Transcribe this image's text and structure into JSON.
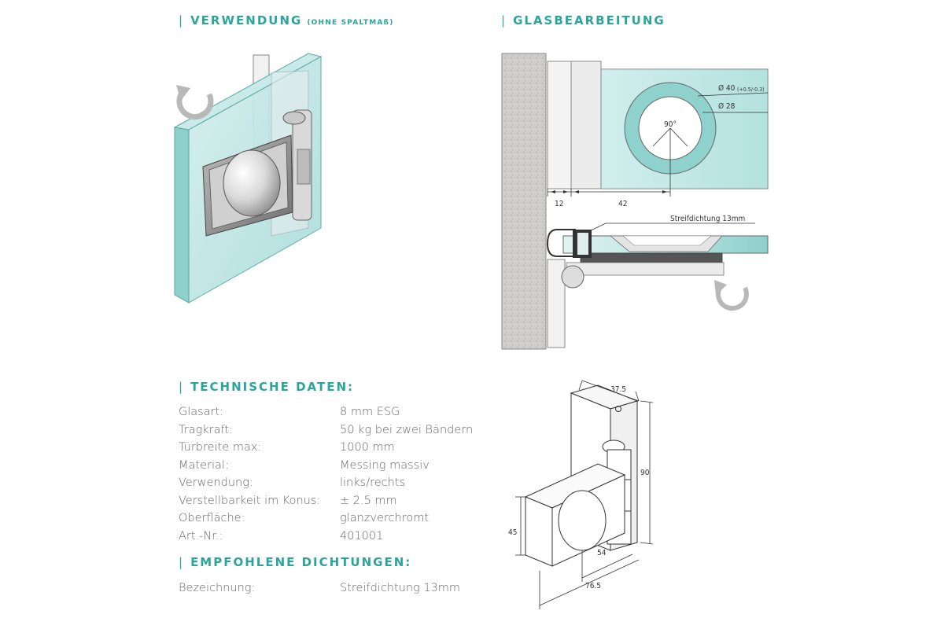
{
  "sections": {
    "verwendung": {
      "title": "VERWENDUNG",
      "subtitle": "(OHNE SPALTMAß)"
    },
    "glasbearbeitung": {
      "title": "GLASBEARBEITUNG"
    },
    "technische_daten": {
      "title": "TECHNISCHE DATEN:"
    },
    "dichtungen": {
      "title": "EMPFOHLENE DICHTUNGEN:"
    }
  },
  "bar": "|",
  "specs": [
    {
      "label": "Glasart:",
      "value": "8 mm ESG"
    },
    {
      "label": "Tragkraft:",
      "value": "50 kg bei zwei Bändern"
    },
    {
      "label": "Türbreite max:",
      "value": "1000 mm"
    },
    {
      "label": "Material:",
      "value": "Messing massiv"
    },
    {
      "label": "Verwendung:",
      "value": "links/rechts"
    },
    {
      "label": "Verstellbarkeit im Konus:",
      "value": "± 2.5 mm"
    },
    {
      "label": "Oberfläche:",
      "value": "glanzverchromt"
    },
    {
      "label": "Art.-Nr.:",
      "value": "401001"
    }
  ],
  "seal": {
    "label": "Bezeichnung:",
    "value": "Streifdichtung 13mm"
  },
  "glass_drawing": {
    "d40": "Ø 40",
    "d40_tol": "(+0.5/-0.3)",
    "d28": "Ø 28",
    "angle": "90°",
    "dim_12": "12",
    "dim_42": "42",
    "seal_label": "Streifdichtung 13mm"
  },
  "hinge_drawing": {
    "dim_37_5": "37.5",
    "dim_90": "90",
    "dim_45": "45",
    "dim_54": "54",
    "dim_76_5": "76.5"
  },
  "colors": {
    "accent": "#2aa59b",
    "glass": "#b9e3e1",
    "wall": "#c9c7c4"
  }
}
